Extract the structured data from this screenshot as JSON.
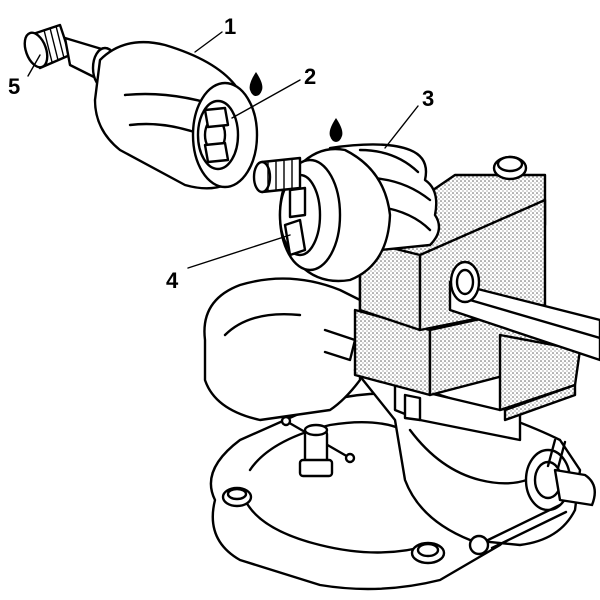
{
  "callouts": [
    {
      "id": "1",
      "label": "1"
    },
    {
      "id": "2",
      "label": "2"
    },
    {
      "id": "3",
      "label": "3"
    },
    {
      "id": "4",
      "label": "4"
    },
    {
      "id": "5",
      "label": "5"
    }
  ],
  "icons": {
    "grease_drop_1": "oil-drop-icon",
    "grease_drop_2": "oil-drop-icon"
  },
  "colors": {
    "line": "#000000",
    "background": "#ffffff",
    "stipple": "#555555"
  }
}
